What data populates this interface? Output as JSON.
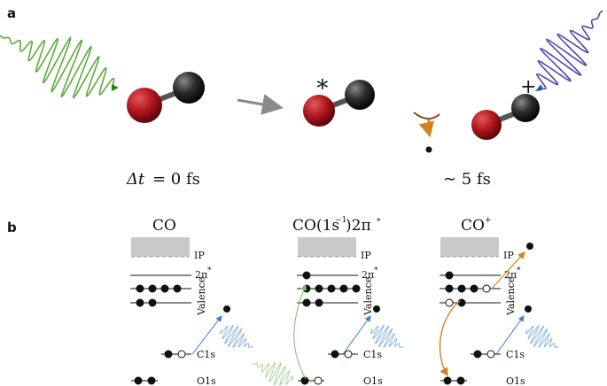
{
  "panel_a": {
    "letter": "a",
    "markers": {
      "excited": "∗",
      "ion": "+"
    },
    "times": {
      "delta_t": "Δt",
      "equals": "= 0 fs",
      "approx": "∼ 5 fs"
    }
  },
  "panel_b": {
    "letter": "b",
    "columns": [
      {
        "title": "CO",
        "title_super": "",
        "title_tail": ""
      },
      {
        "title": "CO(1s",
        "title_super": "−1",
        "title_tail": ")2π",
        "title_tail_super": "∗"
      },
      {
        "title": "CO",
        "title_super": "+",
        "title_tail": ""
      }
    ],
    "level_labels": {
      "ip": "IP",
      "two_pi": "2π",
      "two_pi_super": "*",
      "valence": "Valence",
      "c1s": "C1s",
      "o1s": "O1s"
    }
  },
  "colors": {
    "oxygen": "#b0161c",
    "carbon": "#2a2a2a",
    "pulse_green": "#5bab3a",
    "pulse_blue": "#2f62c0",
    "arrow_orange": "#d3821e",
    "ip_band": "#c9c9c9"
  },
  "icons": [
    "co-molecule-icon",
    "x-ray-pulse-icon",
    "electron-icon",
    "arrow-icon"
  ]
}
